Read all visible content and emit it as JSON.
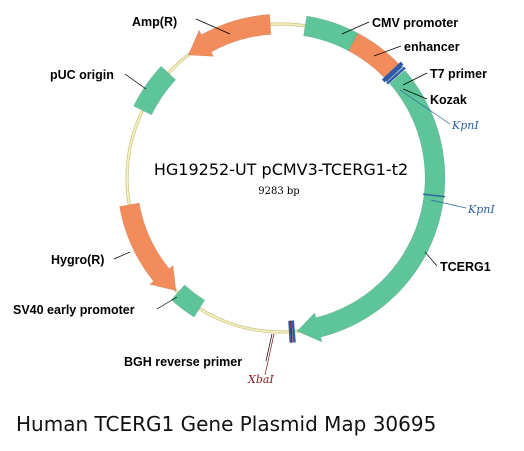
{
  "plasmid": {
    "name": "HG19252-UT pCMV3-TCERG1-t2",
    "size_label": "9283 bp"
  },
  "features": [
    {
      "id": "amp",
      "label": "Amp(R)",
      "type": "antibiotic-resistance-gene",
      "color": "#f28c5a"
    },
    {
      "id": "cmv",
      "label": "CMV promoter",
      "type": "promoter",
      "color": "#5ec49a"
    },
    {
      "id": "enhancer",
      "label": "enhancer",
      "type": "enhancer",
      "color": "#f28c5a"
    },
    {
      "id": "t7",
      "label": "T7 primer",
      "type": "primer-site",
      "color": "#2e5aa8"
    },
    {
      "id": "kozak",
      "label": "Kozak",
      "type": "kozak",
      "color": "#2e5aa8"
    },
    {
      "id": "tcerg1",
      "label": "TCERG1",
      "type": "orf",
      "color": "#5ec49a"
    },
    {
      "id": "bgh",
      "label": "BGH reverse primer",
      "type": "primer-site",
      "color": "#2e5aa8"
    },
    {
      "id": "sv40",
      "label": "SV40 early promoter",
      "type": "promoter",
      "color": "#5ec49a"
    },
    {
      "id": "hygro",
      "label": "Hygro(R)",
      "type": "antibiotic-resistance-gene",
      "color": "#f28c5a"
    },
    {
      "id": "puc",
      "label": "pUC origin",
      "type": "origin",
      "color": "#5ec49a"
    }
  ],
  "enzymes": [
    {
      "id": "kpn1-a",
      "label": "KpnI",
      "color": "#2d5fa0"
    },
    {
      "id": "kpn1-b",
      "label": "KpnI",
      "color": "#2d5fa0"
    },
    {
      "id": "xba1",
      "label": "XbaI",
      "color": "#8b1a1a"
    }
  ],
  "backbone_color": "#eee8a8",
  "caption": "Human TCERG1 Gene Plasmid Map 30695"
}
